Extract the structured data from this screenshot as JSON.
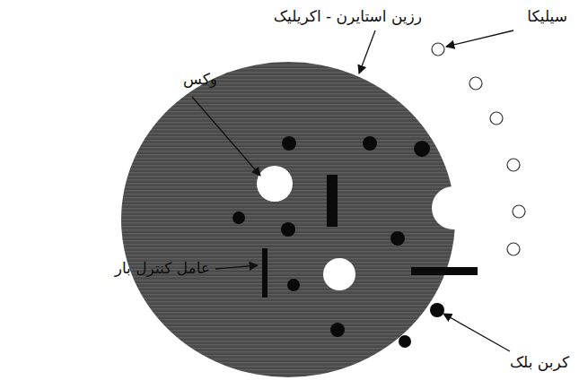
{
  "diagram": {
    "labels": [
      "رزین استایرن - اکریلیک",
      "سیلیکا",
      "وکس",
      "عامل کنترل بار",
      "کربن بلک"
    ]
  }
}
